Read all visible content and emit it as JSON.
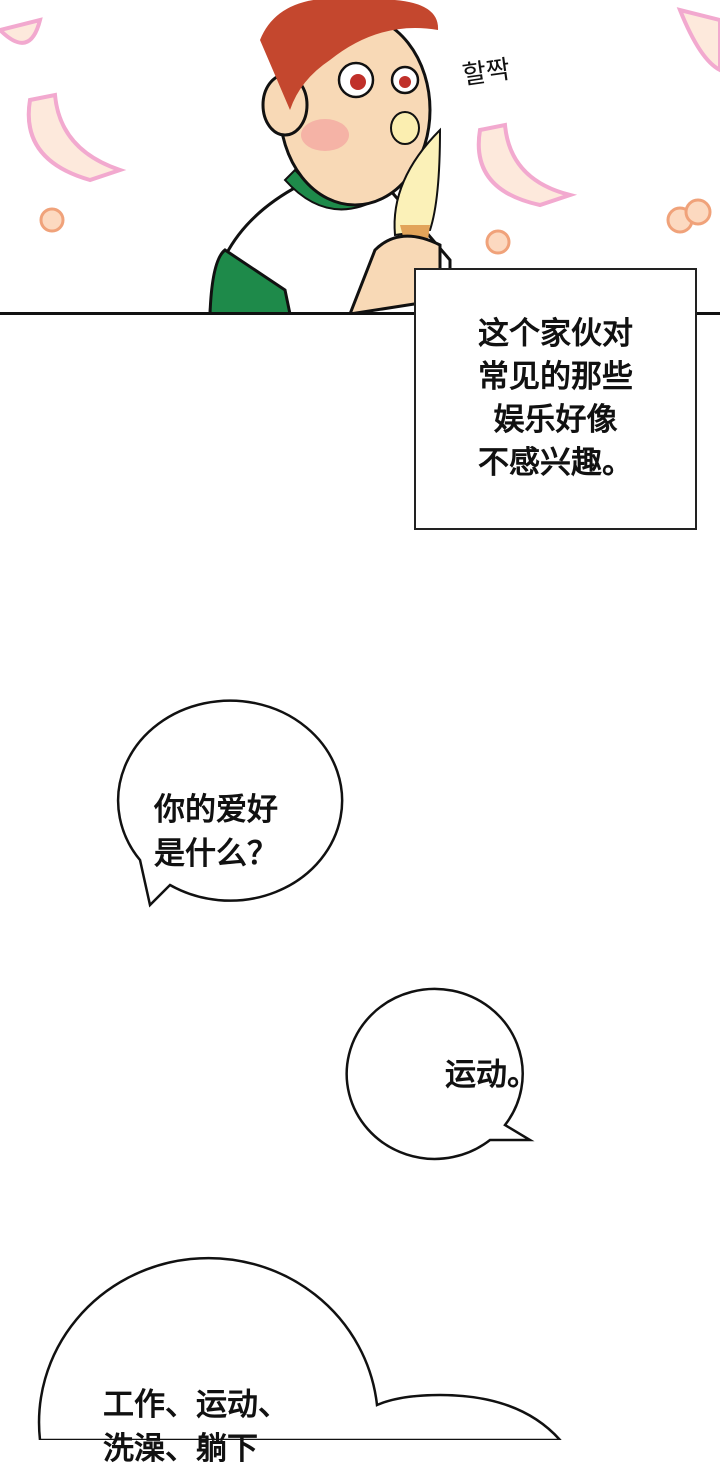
{
  "panel1": {
    "sfx": "할짝"
  },
  "caption": {
    "lines": [
      "这个家伙对",
      "常见的那些",
      "娱乐好像",
      "不感兴趣。"
    ]
  },
  "bubble1": {
    "lines": [
      "你的爱好",
      "是什么？"
    ]
  },
  "bubble2": {
    "text": "运动。"
  },
  "bubble3": {
    "lines": [
      "工作、运动、",
      "洗澡、躺下"
    ]
  },
  "colors": {
    "shirt_green": "#1e8a4a",
    "hair": "#c4472e",
    "skin": "#f8d9b6",
    "pink": "#f4b6d6"
  }
}
